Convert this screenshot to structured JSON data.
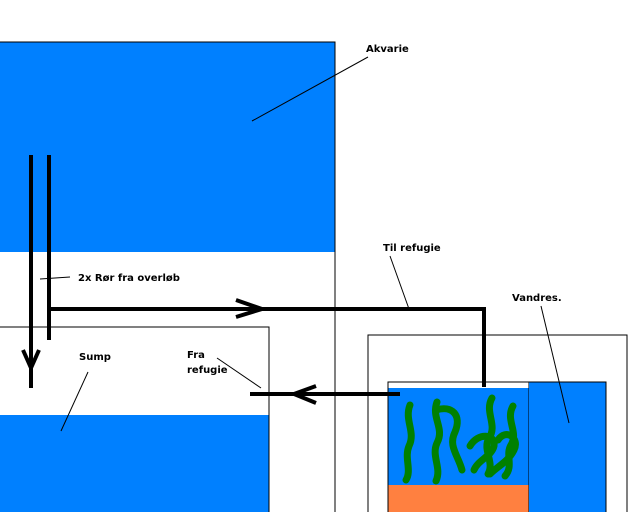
{
  "labels": {
    "aquarium": "Akvarie",
    "overflow_pipes": "2x Rør fra overløb",
    "to_refugium": "Til refugie",
    "water_reservoir": "Vandres.",
    "sump": "Sump",
    "from_refugium_line1": "Fra",
    "from_refugium_line2": "refugie"
  },
  "colors": {
    "water": "#0080ff",
    "outline": "#000000",
    "pipe": "#000000",
    "algae": "#008000",
    "sand": "#ff8040",
    "background": "#ffffff"
  }
}
